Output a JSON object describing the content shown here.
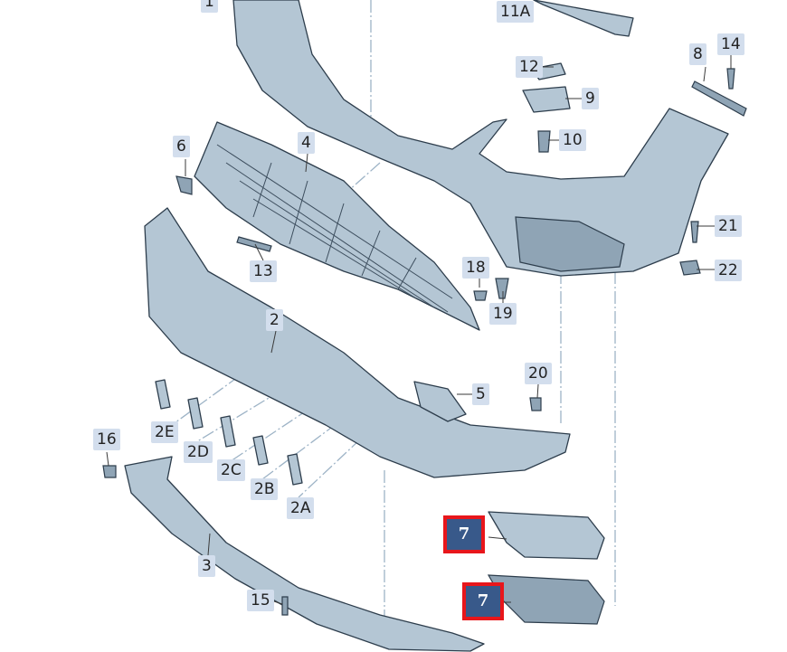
{
  "diagram": {
    "labels": {
      "p1": "1",
      "p11A": "11A",
      "p12": "12",
      "p9": "9",
      "p10": "10",
      "p8": "8",
      "p14": "14",
      "p6": "6",
      "p4": "4",
      "p21": "21",
      "p22": "22",
      "p13": "13",
      "p18": "18",
      "p19": "19",
      "p2": "2",
      "p5": "5",
      "p20": "20",
      "p16": "16",
      "p2E": "2E",
      "p2D": "2D",
      "p2C": "2C",
      "p2B": "2B",
      "p2A": "2A",
      "p3": "3",
      "p15": "15",
      "p7a": "7",
      "p7b": "7"
    },
    "colors": {
      "part": "#b4c6d4",
      "label_bg": "#d3deed",
      "highlight_bg": "#38598a",
      "highlight_border": "#e8161b"
    }
  }
}
